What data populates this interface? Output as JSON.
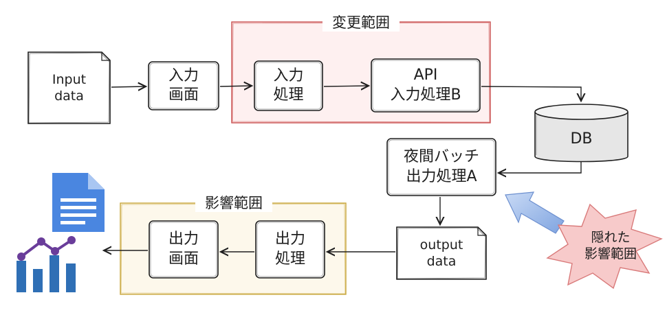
{
  "groups": {
    "change_scope": "変更範囲",
    "impact_scope": "影響範囲"
  },
  "nodes": {
    "input_data": [
      "Input",
      "data"
    ],
    "input_screen": [
      "入力",
      "画面"
    ],
    "input_process": [
      "入力",
      "処理"
    ],
    "api_process": [
      "API",
      "入力処理B"
    ],
    "db": "DB",
    "batch_process": [
      "夜間バッチ",
      "出力処理A"
    ],
    "output_data": [
      "output",
      "data"
    ],
    "output_process": [
      "出力",
      "処理"
    ],
    "output_screen": [
      "出力",
      "画面"
    ],
    "hidden_impact": [
      "隠れた",
      "影響範囲"
    ]
  },
  "icons": [
    "document-icon",
    "chart-icon"
  ],
  "colors": {
    "stroke": "#1e1e1e",
    "change_scope_border": "#c94c4c",
    "change_scope_fill": "#fde4e4",
    "impact_scope_border": "#c8a63a",
    "impact_scope_fill": "#fbf3da",
    "db_fill": "#e6e6e6",
    "star_fill": "#f7caca",
    "star_border": "#d97a7a",
    "arrow_blue": "#8eb0e6",
    "doc_blue": "#4a86e0",
    "chart_bar": "#2f6fb5",
    "chart_line": "#6a3d9a"
  }
}
